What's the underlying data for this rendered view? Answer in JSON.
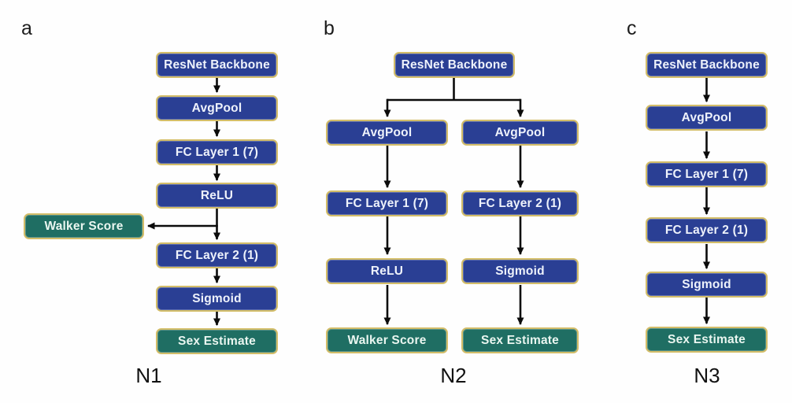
{
  "figure": {
    "title": "Neural network architecture variants N1, N2, N3",
    "colors": {
      "layer_box_fill": "#2a3f94",
      "output_box_fill": "#1f6e63",
      "box_border": "#d3bd68",
      "box_text": "#ffffff",
      "arrow": "#0b0b0b",
      "background": "#fefefe",
      "label_text": "#1c1c1c"
    },
    "panels": [
      {
        "letter": "a",
        "net_name": "N1",
        "nodes": [
          {
            "id": "resnet",
            "label": "ResNet Backbone",
            "type": "layer"
          },
          {
            "id": "avgpool",
            "label": "AvgPool",
            "type": "layer"
          },
          {
            "id": "fc1",
            "label": "FC Layer 1 (7)",
            "type": "layer"
          },
          {
            "id": "relu",
            "label": "ReLU",
            "type": "layer"
          },
          {
            "id": "walker",
            "label": "Walker Score",
            "type": "output"
          },
          {
            "id": "fc2",
            "label": "FC Layer 2 (1)",
            "type": "layer"
          },
          {
            "id": "sigmoid",
            "label": "Sigmoid",
            "type": "layer"
          },
          {
            "id": "sex",
            "label": "Sex Estimate",
            "type": "output"
          }
        ],
        "edges": [
          {
            "from": "resnet",
            "to": "avgpool"
          },
          {
            "from": "avgpool",
            "to": "fc1"
          },
          {
            "from": "fc1",
            "to": "relu"
          },
          {
            "from": "relu",
            "to": "fc2"
          },
          {
            "from": "relu",
            "to": "walker",
            "note": "side branch pointing left"
          },
          {
            "from": "fc2",
            "to": "sigmoid"
          },
          {
            "from": "sigmoid",
            "to": "sex"
          }
        ]
      },
      {
        "letter": "b",
        "net_name": "N2",
        "nodes": [
          {
            "id": "resnet",
            "label": "ResNet Backbone",
            "type": "layer"
          },
          {
            "id": "avgpool_l",
            "label": "AvgPool",
            "type": "layer"
          },
          {
            "id": "avgpool_r",
            "label": "AvgPool",
            "type": "layer"
          },
          {
            "id": "fc1",
            "label": "FC Layer 1 (7)",
            "type": "layer"
          },
          {
            "id": "fc2",
            "label": "FC Layer 2 (1)",
            "type": "layer"
          },
          {
            "id": "relu",
            "label": "ReLU",
            "type": "layer"
          },
          {
            "id": "sigmoid",
            "label": "Sigmoid",
            "type": "layer"
          },
          {
            "id": "walker",
            "label": "Walker Score",
            "type": "output"
          },
          {
            "id": "sex",
            "label": "Sex Estimate",
            "type": "output"
          }
        ],
        "edges": [
          {
            "from": "resnet",
            "to": "avgpool_l",
            "note": "T-branch"
          },
          {
            "from": "resnet",
            "to": "avgpool_r",
            "note": "T-branch"
          },
          {
            "from": "avgpool_l",
            "to": "fc1"
          },
          {
            "from": "fc1",
            "to": "relu"
          },
          {
            "from": "relu",
            "to": "walker"
          },
          {
            "from": "avgpool_r",
            "to": "fc2"
          },
          {
            "from": "fc2",
            "to": "sigmoid"
          },
          {
            "from": "sigmoid",
            "to": "sex"
          }
        ]
      },
      {
        "letter": "c",
        "net_name": "N3",
        "nodes": [
          {
            "id": "resnet",
            "label": "ResNet Backbone",
            "type": "layer"
          },
          {
            "id": "avgpool",
            "label": "AvgPool",
            "type": "layer"
          },
          {
            "id": "fc1",
            "label": "FC Layer 1 (7)",
            "type": "layer"
          },
          {
            "id": "fc2",
            "label": "FC Layer 2 (1)",
            "type": "layer"
          },
          {
            "id": "sigmoid",
            "label": "Sigmoid",
            "type": "layer"
          },
          {
            "id": "sex",
            "label": "Sex Estimate",
            "type": "output"
          }
        ],
        "edges": [
          {
            "from": "resnet",
            "to": "avgpool"
          },
          {
            "from": "avgpool",
            "to": "fc1"
          },
          {
            "from": "fc1",
            "to": "fc2"
          },
          {
            "from": "fc2",
            "to": "sigmoid"
          },
          {
            "from": "sigmoid",
            "to": "sex"
          }
        ]
      }
    ]
  }
}
